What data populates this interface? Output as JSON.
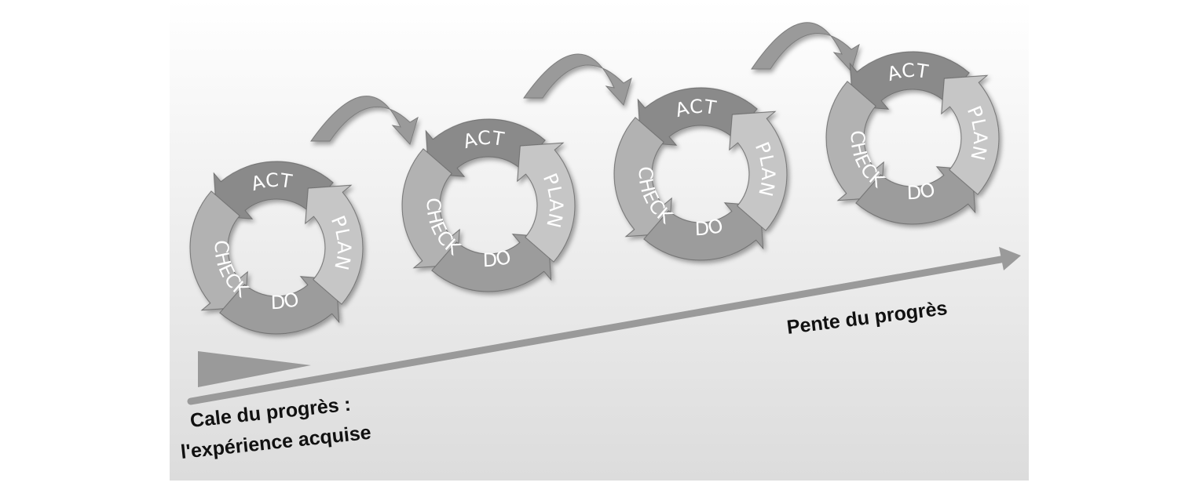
{
  "diagram": {
    "cycles": [
      {
        "act": "ACT",
        "plan": "PLAN",
        "do": "DO",
        "check": "CHECK"
      },
      {
        "act": "ACT",
        "plan": "PLAN",
        "do": "DO",
        "check": "CHECK"
      },
      {
        "act": "ACT",
        "plan": "PLAN",
        "do": "DO",
        "check": "CHECK"
      },
      {
        "act": "ACT",
        "plan": "PLAN",
        "do": "DO",
        "check": "CHECK"
      }
    ],
    "slope_label": "Pente du progrès",
    "wedge_label_line1": "Cale du progrès :",
    "wedge_label_line2": "l'expérience acquise"
  },
  "colors": {
    "background_top": "#ffffff",
    "background_bottom": "#dcdcdc",
    "act": "#8a8a8a",
    "plan": "#c6c6c6",
    "do": "#9c9c9c",
    "check": "#b2b2b2",
    "arrow": "#9a9a9a",
    "slope": "#9a9a9a"
  }
}
